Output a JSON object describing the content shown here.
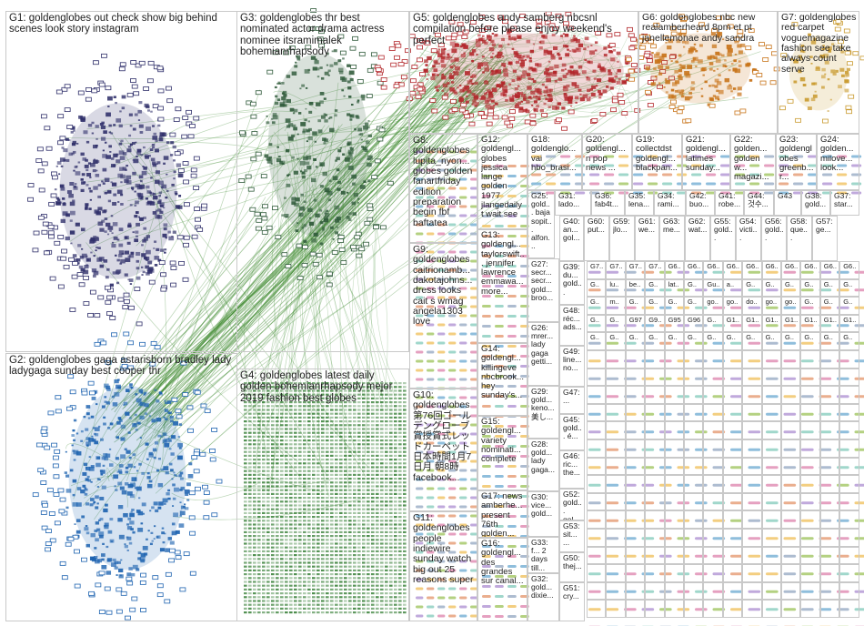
{
  "panels": {
    "G1": "G1: goldenglobes out check show big behind scenes look story instagram",
    "G2": "G2: goldenglobes gaga astarisborn bradley lady ladygaga sunday best cooper thr",
    "G3": "G3: goldenglobes thr best nominated actor drama actress nominee itsramimalek bohemianrhapsody",
    "G4": "G4: goldenglobes latest daily golden bohemianrhapsody mejor 2019 fashion best globes",
    "G5": "G5: goldenglobes andy samberg nbcsnl compilation before please enjoy weekend's perfect",
    "G6": "G6: goldenglobes nbc new realamberheard 8pm et pt janellemonae andy sandra",
    "G7": "G7: goldenglobes red carpet voguemagazine fashion see take always count serve",
    "G8": "G8: goldenglobes lupita_nyon... globes golden fanartfriday edition preparation begin fbf baftatea",
    "G9": "G9: goldenglobes caitrionamb... dakotajohns... dress looks cait s wmag angela1303 love",
    "G10": "G10: goldenglobes 第76回ゴールデングローブ賞授賞式レッドカーペット 日本時間1月7日月 朝8時 facebook...",
    "G11": "G11: goldenglobes people indiewire sunday watch big out 25 reasons super",
    "G12": "G12: goldengl... globes jessica lange golden 1977 jlangedaily t wait see",
    "G13": "G13: goldengl... taylorswift... jennifer lawrence emmawa... more...",
    "G14": "G14: goldengl... killingeve nbcbrook... hey sunday's...",
    "G15": "G15: goldengl... variety nominati... complete",
    "G16": "G16: goldengl... des grandes sur canal...",
    "G17": "G17: news amberhe... present 76th golden...",
    "G18": "G18: goldenglo... vai hbo_brasi...",
    "G19": "G19: collectdst goldengl... blackpan...",
    "G20": "G20: goldengl... n pop news ...",
    "G21": "G21: goldengl... latimes sunday...",
    "G22": "G22: golden... golden w... magazi...",
    "G23": "G23: goldenglobes greenb... r...",
    "G24": "G24: golden... milove... look...",
    "G25": "G25: gold... baja sopit... alfon...",
    "G26": "G26: mrer... lady gaga getti...",
    "G27": "G27: secr... secr... gold... broo...",
    "G28": "G28: gold... lady gaga...",
    "G29": "G29: gold... keno... 美し...",
    "G30": "G30: vice... gold...",
    "G31": "G31: lado...",
    "G32": "G32: gold... dixie...",
    "G33": "G33: f... 2 days till...",
    "G34": "G34: rami...",
    "G35": "G35: lena...",
    "G36": "G36: fab4t...",
    "G37": "G37: star...",
    "G38": "G38: gold...",
    "G39": "G39: du... gold...",
    "G40": "G40: an... gol...",
    "G41": "G41: robe...",
    "G42": "G42: buo...",
    "G43": "G43",
    "G44": "G44: 것수...",
    "G45": "G45: gold... é...",
    "G46": "G46: ric... the...",
    "G47": "G47: ...",
    "G48": "G48: réc... ads...",
    "G49": "G49: line... no...",
    "G50": "G50: thej...",
    "G51": "G51: cry...",
    "G52": "G52: gold... gol...",
    "G53": "G53: sit... ...",
    "G54": "G54: victi...",
    "G55": "G55: gold...",
    "G56": "G56: gold...",
    "G57": "G57: ge...",
    "G58": "G58: que...",
    "G59": "G59: jlo...",
    "G60": "G60: put...",
    "G61": "G61: we...",
    "G62": "G62: wat...",
    "G63": "G63: me..."
  },
  "small_group_cells": [
    "G7..",
    "G7..",
    "G7..",
    "G7..",
    "G6..",
    "G6..",
    "G6..",
    "G6..",
    "G6..",
    "G6..",
    "G6..",
    "G6..",
    "G6..",
    "G6..",
    "G..",
    "lu..",
    "be..",
    "G..",
    "lat..",
    "G..",
    "Gu..",
    "a..",
    "G..",
    "G..",
    "G..",
    "G..",
    "G..",
    "G..",
    "G..",
    "m..",
    "G..",
    "G..",
    "G..",
    "G..",
    "go..",
    "go..",
    "do..",
    "go..",
    "go..",
    "G..",
    "G..",
    "G..",
    "G..",
    "G..",
    "G97",
    "G9..",
    "G95",
    "G96",
    "G..",
    "G1..",
    "G1..",
    "G1..",
    "G1..",
    "G1..",
    "G1..",
    "G1..",
    "G..",
    "G..",
    "G..",
    "G..",
    "G..",
    "G..",
    "G..",
    "G..",
    "G..",
    "G..",
    "G..",
    "G..",
    "G..",
    "G.."
  ],
  "colors": {
    "edge": "#3d8a2f",
    "border": "#c9c9c9",
    "label": "#222222",
    "G1_nodes": "#2f2f6a",
    "G2_nodes": "#1e63b0",
    "G3_nodes": "#2f5a3a",
    "G4_nodes": "#2e7a2e",
    "G5_nodes": "#b2262a",
    "G6_nodes": "#c8741a",
    "G7_nodes": "#c99a2e"
  }
}
